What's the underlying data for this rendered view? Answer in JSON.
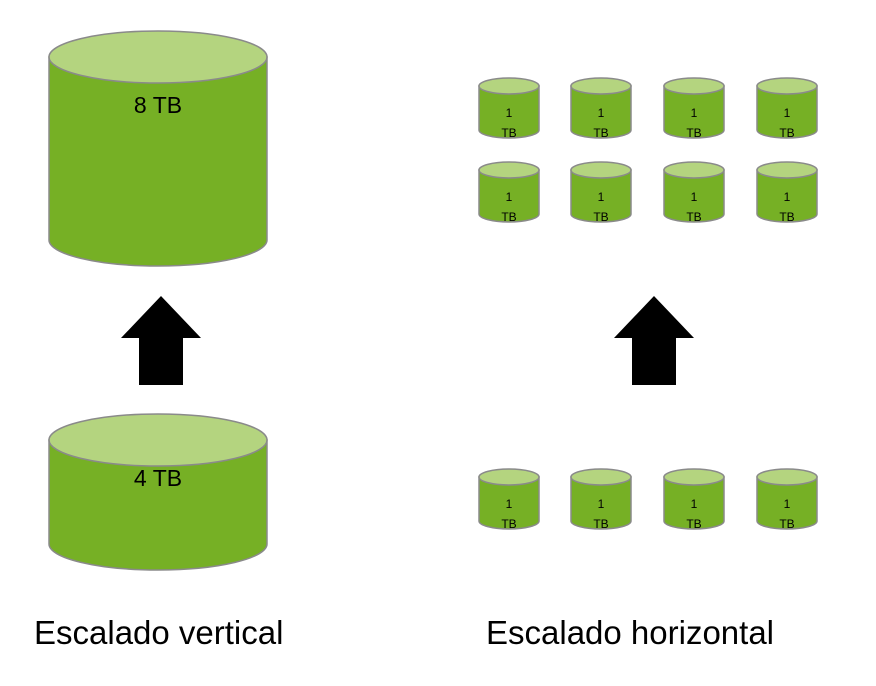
{
  "colors": {
    "body": "#76b025",
    "top": "#b4d47f",
    "stroke": "#8a8a8a",
    "arrow": "#000000"
  },
  "vertical": {
    "caption": "Escalado vertical",
    "large_disk": {
      "line1": "8 TB"
    },
    "small_disk": {
      "line1": "4 TB"
    }
  },
  "horizontal": {
    "caption": "Escalado horizontal",
    "disk_label": {
      "line1": "1",
      "line2": "TB"
    },
    "top_rows": 2,
    "bottom_rows": 1,
    "columns": 4
  }
}
